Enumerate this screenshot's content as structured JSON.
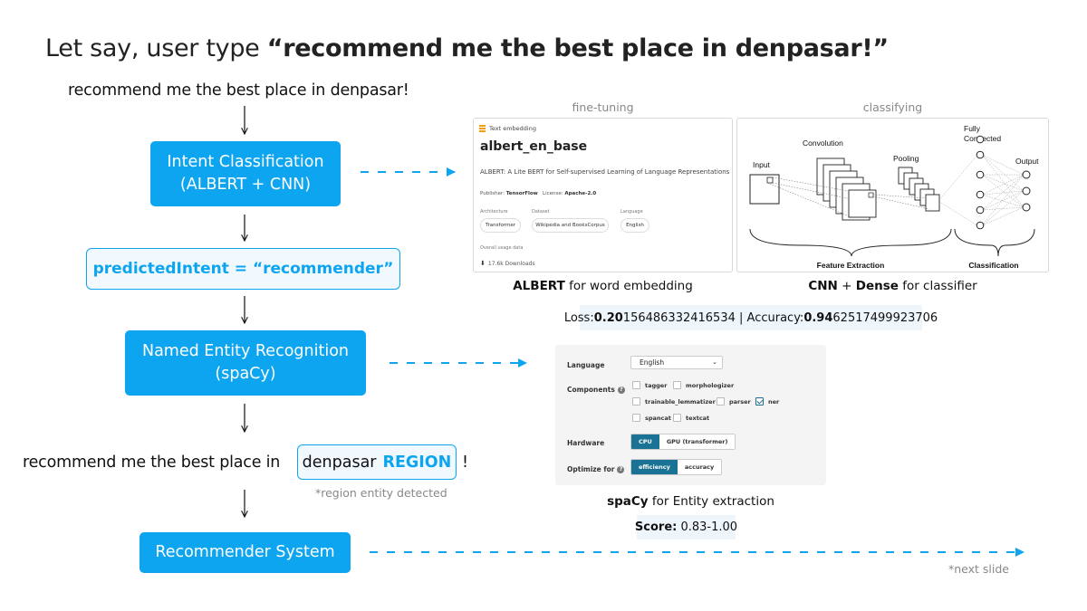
{
  "title": {
    "prefix": "Let say, user type ",
    "quote": "“recommend me the best place in denpasar!”"
  },
  "flow": {
    "input_text": "recommend me the best place in denpasar!",
    "intent_box": {
      "line1": "Intent Classification",
      "line2": "(ALBERT + CNN)"
    },
    "predicted_intent": "predictedIntent = “recommender”",
    "ner_box": {
      "line1": "Named Entity Recognition",
      "line2": "(spaCy)"
    },
    "entity_sentence": {
      "prefix": "recommend me the best place in",
      "entity_value": "denpasar",
      "entity_label": "REGION",
      "suffix": "!"
    },
    "entity_note": "*region entity detected",
    "recommender_box": "Recommender System",
    "next_note": "*next slide"
  },
  "fine_tuning": {
    "heading": "fine-tuning",
    "card": {
      "tag": "Text embedding",
      "name": "albert_en_base",
      "description": "ALBERT: A Lite BERT for Self-supervised Learning of Language Representations",
      "publisher_label": "Publisher:",
      "publisher": "TensorFlow",
      "license_label": "License:",
      "license": "Apache-2.0",
      "architecture_label": "Architecture",
      "architecture": "Transformer",
      "dataset_label": "Dataset",
      "dataset": "Wikipedia and BooksCorpus",
      "language_label": "Language",
      "language": "English",
      "usage_label": "Overall usage data",
      "downloads": "17.6k Downloads"
    },
    "caption_bold": "ALBERT",
    "caption_rest": " for word embedding"
  },
  "classifying": {
    "heading": "classifying",
    "diagram": {
      "input": "Input",
      "convolution": "Convolution",
      "pooling": "Pooling",
      "fully_line1": "Fully",
      "fully_line2": "Connected",
      "output": "Output",
      "feature_extraction": "Feature Extraction",
      "classification": "Classification"
    },
    "caption_bold1": "CNN",
    "caption_mid": " + ",
    "caption_bold2": "Dense",
    "caption_rest": " for classifier"
  },
  "metrics": {
    "loss_label": "Loss: ",
    "loss_bold": "0.20",
    "loss_rest": "156486332416534",
    "sep": " | ",
    "acc_label": "Accuracy: ",
    "acc_bold": "0.94",
    "acc_rest": "62517499923706"
  },
  "spacy": {
    "language_label": "Language",
    "language_value": "English",
    "components_label": "Components",
    "components": [
      {
        "name": "tagger",
        "checked": false
      },
      {
        "name": "morphologizer",
        "checked": false
      },
      {
        "name": "trainable_lemmatizer",
        "checked": false
      },
      {
        "name": "parser",
        "checked": false
      },
      {
        "name": "ner",
        "checked": true
      },
      {
        "name": "spancat",
        "checked": false
      },
      {
        "name": "textcat",
        "checked": false
      }
    ],
    "hardware_label": "Hardware",
    "hardware_cpu": "CPU",
    "hardware_gpu": "GPU (transformer)",
    "optimize_label": "Optimize for",
    "optimize_efficiency": "efficiency",
    "optimize_accuracy": "accuracy",
    "caption_bold": "spaCy",
    "caption_rest": " for Entity extraction",
    "score_label": "Score:",
    "score_value": " 0.83-1.00"
  },
  "colors": {
    "accent": "#0ea5f0",
    "arrow_dashed": "#0ea5f0",
    "spacy_active": "#1a7394"
  }
}
